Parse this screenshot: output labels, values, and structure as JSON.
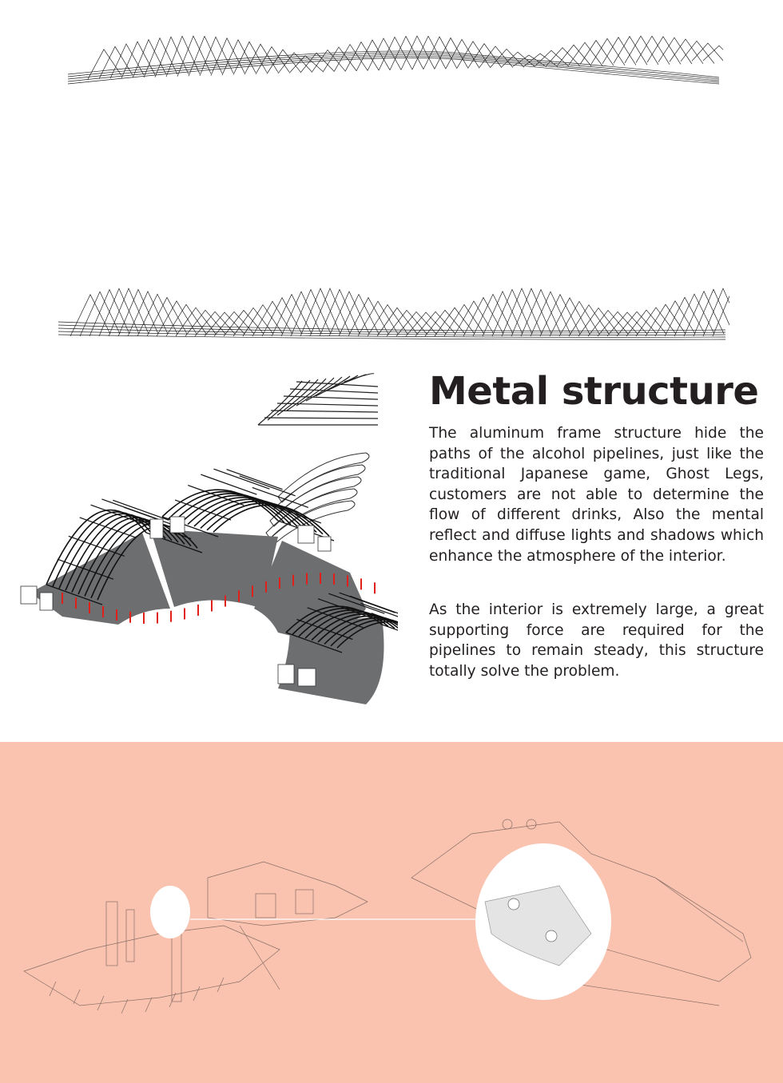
{
  "heading": "Metal structure",
  "paragraphs": [
    "The aluminum frame structure hide the paths of the alcohol pipelines, just like the traditional Japanese game, Ghost Legs, customers are not able to deter­mine the flow of different drinks, Also the mental reflect and diffuse lights and shadows which enhance the atmo­sphere of the interior.",
    "As the interior is extremely large, a great supporting force are required for the pipelines to remain steady, this structure totally solve the problem."
  ],
  "colors": {
    "band": "#f9c3b0",
    "accent_red": "#e0201b",
    "floor_grey": "#6d6e70",
    "text": "#231f20"
  }
}
